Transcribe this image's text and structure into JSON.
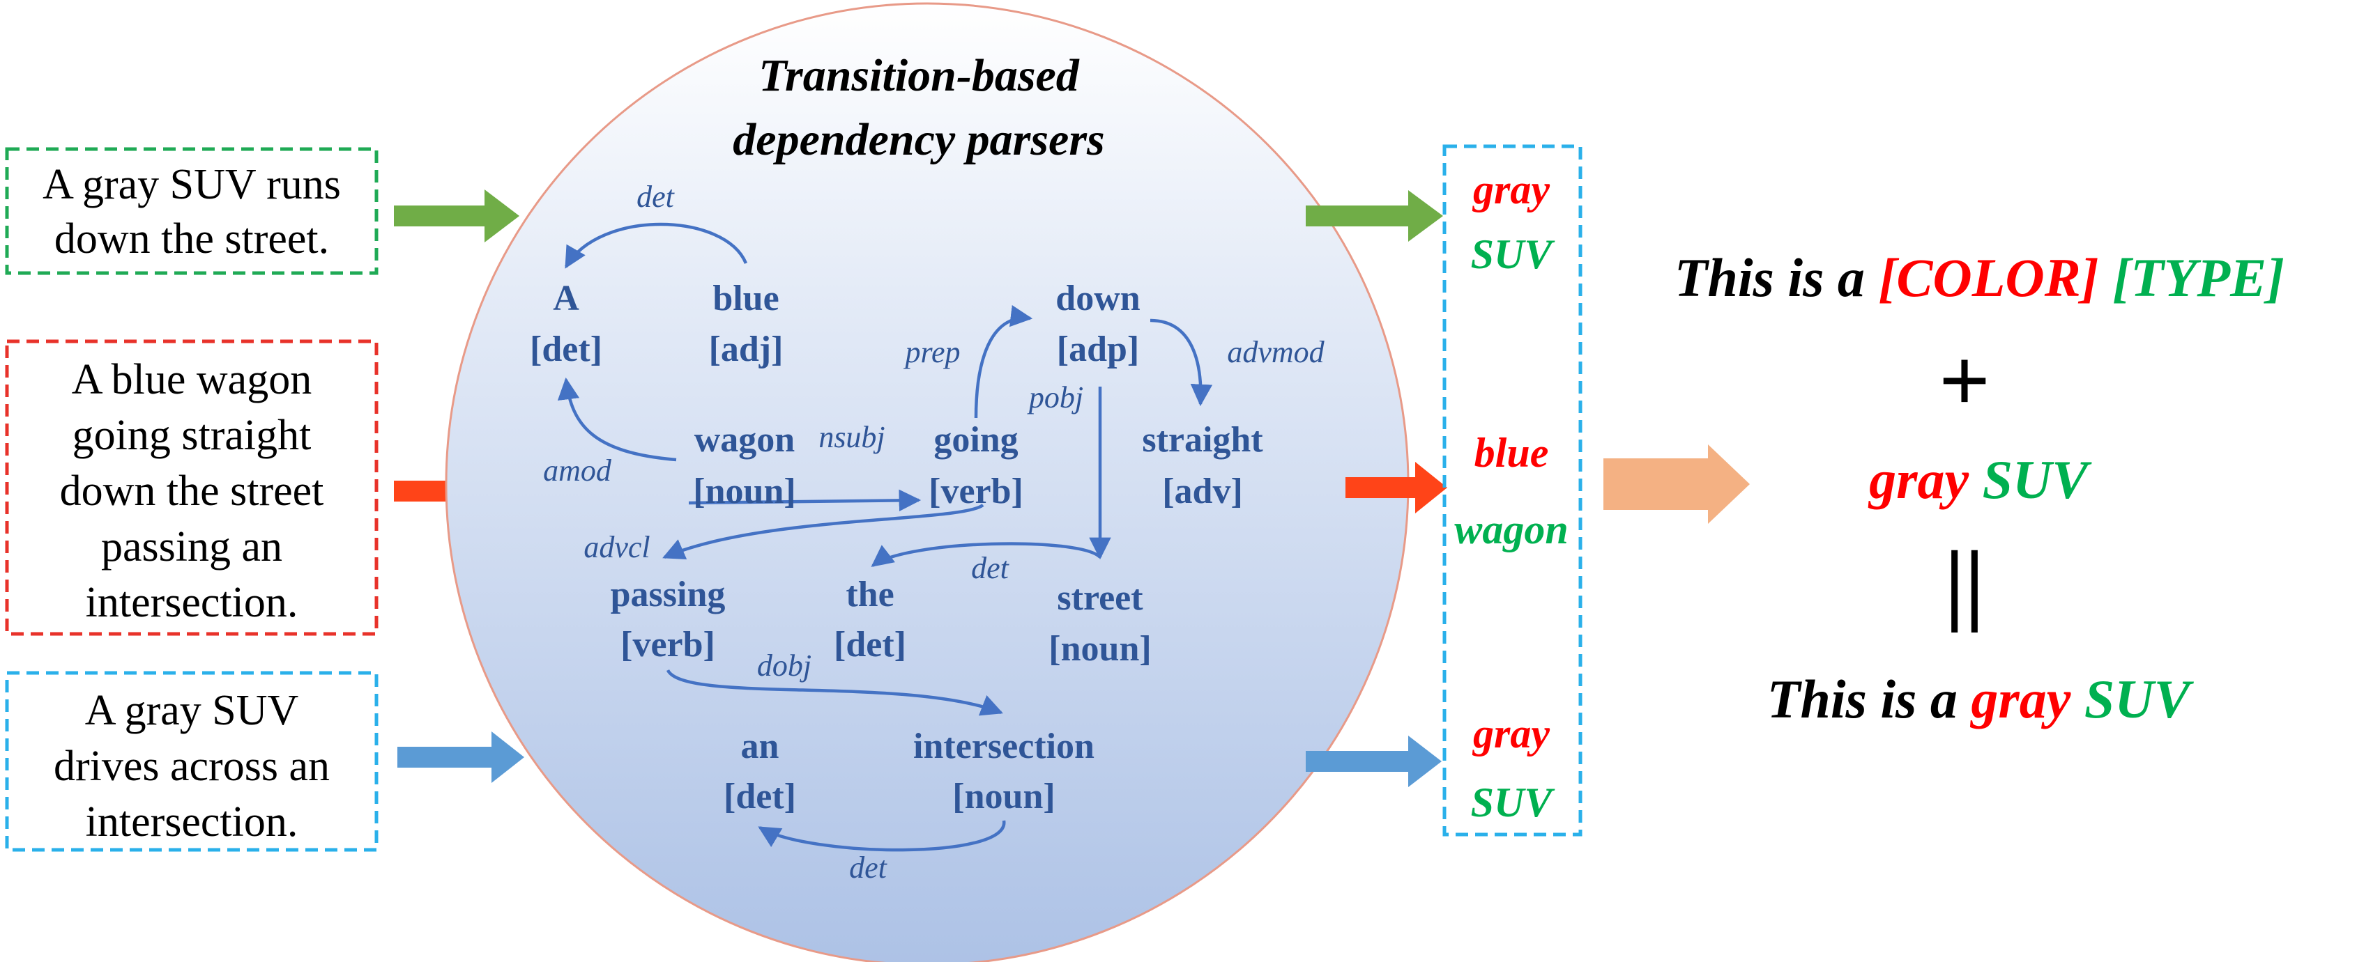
{
  "colors": {
    "green_box": "#1faa55",
    "red_box": "#e8322a",
    "cyan_box": "#2ab0ea",
    "circle_fill_top": "#ffffff",
    "circle_fill_bottom": "#adc2e6",
    "circle_edge": "#e89a88",
    "node_text": "#2f5597",
    "edge_line": "#4472c4",
    "arrow_green": "#70ad47",
    "arrow_red": "#ff4418",
    "arrow_blue": "#5b9bd5",
    "arrow_big": "#f4b183",
    "color_word": "#ff0000",
    "type_word": "#00b050"
  },
  "sentences": [
    {
      "lines": [
        "A gray SUV runs",
        "down the street."
      ]
    },
    {
      "lines": [
        "A blue wagon",
        "going straight",
        "down the street",
        "passing an",
        "intersection."
      ]
    },
    {
      "lines": [
        "A gray SUV",
        "drives across an",
        "intersection."
      ]
    }
  ],
  "parser": {
    "title_lines": [
      "Transition-based",
      "dependency parsers"
    ],
    "nodes": [
      {
        "word": "A",
        "tag": "[det]"
      },
      {
        "word": "blue",
        "tag": "[adj]"
      },
      {
        "word": "down",
        "tag": "[adp]"
      },
      {
        "word": "wagon",
        "tag": "[noun]"
      },
      {
        "word": "going",
        "tag": "[verb]"
      },
      {
        "word": "straight",
        "tag": "[adv]"
      },
      {
        "word": "passing",
        "tag": "[verb]"
      },
      {
        "word": "the",
        "tag": "[det]"
      },
      {
        "word": "street",
        "tag": "[noun]"
      },
      {
        "word": "an",
        "tag": "[det]"
      },
      {
        "word": "intersection",
        "tag": "[noun]"
      }
    ],
    "relations": [
      "det",
      "prep",
      "advmod",
      "pobj",
      "amod",
      "nsubj",
      "advcl",
      "det",
      "dobj",
      "det"
    ]
  },
  "outputs": [
    {
      "color": "gray",
      "type": "SUV"
    },
    {
      "color": "blue",
      "type": "wagon"
    },
    {
      "color": "gray",
      "type": "SUV"
    }
  ],
  "result": {
    "template_prefix": "This is a ",
    "color_slot": "[COLOR]",
    "type_slot": "[TYPE]",
    "plus": "+",
    "pair_color": "gray",
    "pair_type": "SUV",
    "equals": "||",
    "final_prefix": "This is a ",
    "final_color": "gray",
    "final_type": "SUV"
  }
}
